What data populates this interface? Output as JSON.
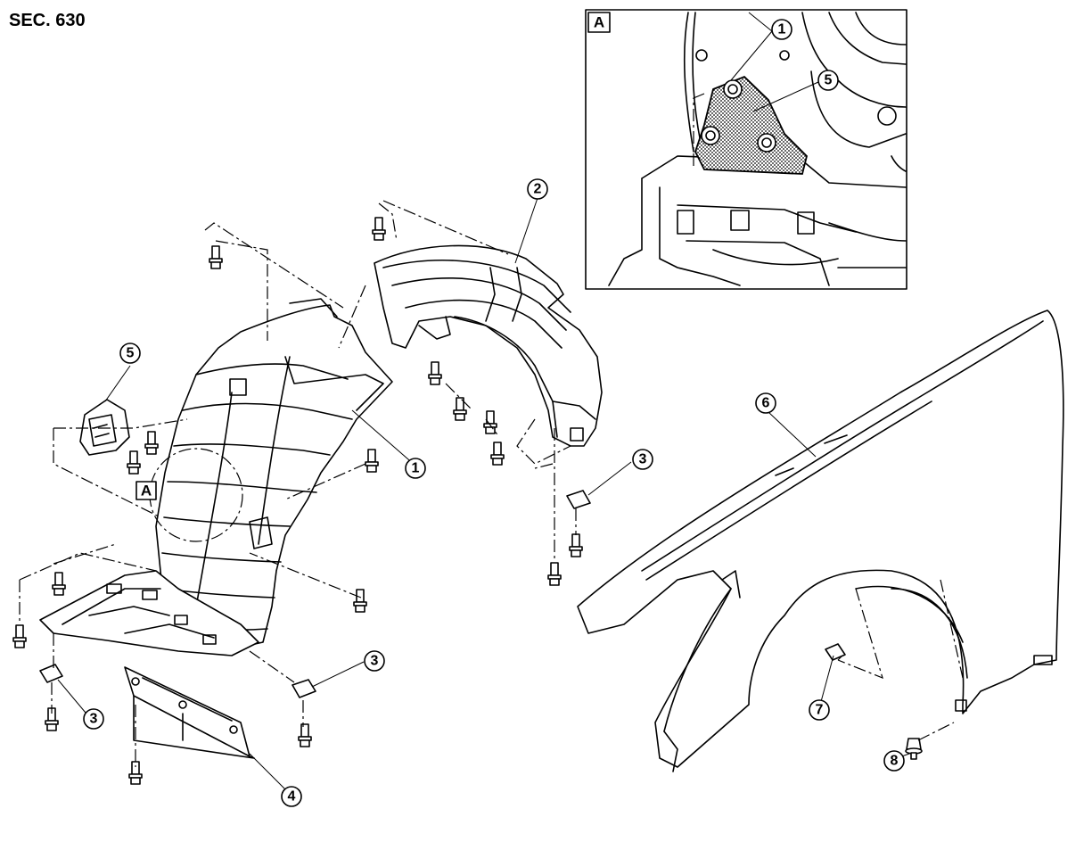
{
  "section": "SEC. 630",
  "detail_label": "A",
  "callouts": [
    "1",
    "2",
    "3",
    "4",
    "5",
    "6",
    "7",
    "8"
  ]
}
